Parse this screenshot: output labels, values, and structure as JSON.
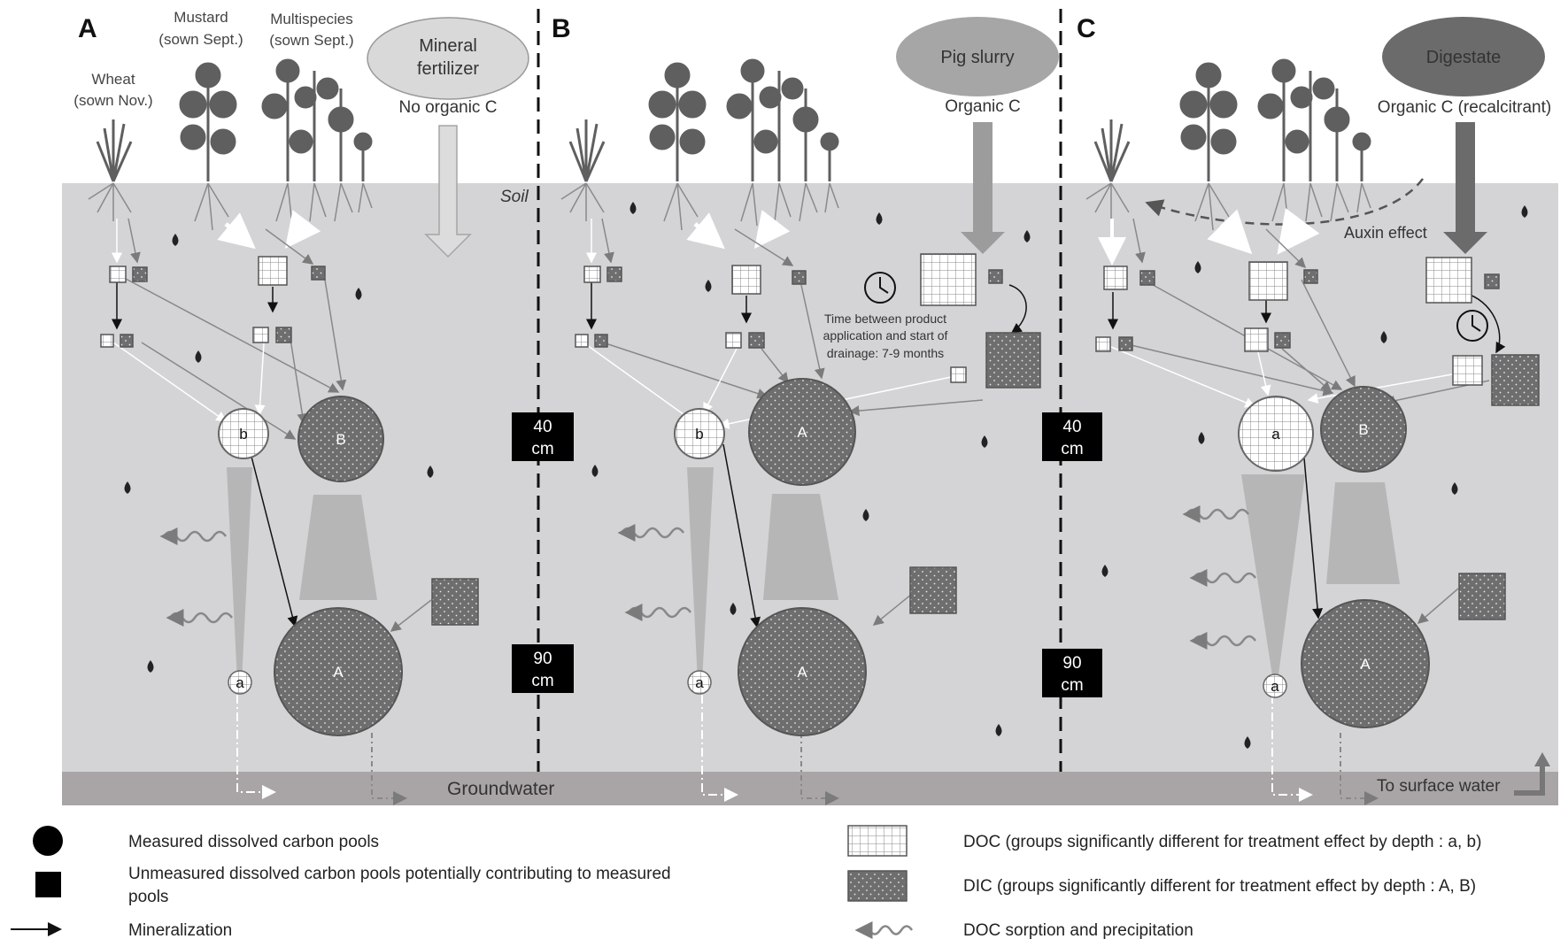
{
  "panels": [
    {
      "letter": "A",
      "plants": {
        "wheat": "Wheat",
        "wheat_sown": "(sown Nov.)",
        "mustard": "Mustard",
        "mustard_sown": "(sown Sept.)",
        "multispecies": "Multispecies",
        "multispecies_sown": "(sown Sept.)"
      },
      "treatment": [
        "Mineral",
        "fertilizer"
      ],
      "carbon": "No organic C",
      "pool_upper_doc": "b",
      "pool_upper_dic": "B",
      "pool_lower_doc": "a",
      "pool_lower_dic": "A"
    },
    {
      "letter": "B",
      "treatment": [
        "Pig slurry"
      ],
      "carbon": "Organic C",
      "timing_note": [
        "Time between product",
        "application and start of",
        "drainage: 7-9 months"
      ],
      "pool_upper_doc": "b",
      "pool_upper_dic": "A",
      "pool_lower_doc": "a",
      "pool_lower_dic": "A"
    },
    {
      "letter": "C",
      "treatment": [
        "Digestate"
      ],
      "carbon": "Organic C (recalcitrant)",
      "auxin_label": "Auxin effect",
      "pool_upper_doc": "a",
      "pool_upper_dic": "B",
      "pool_lower_doc": "a",
      "pool_lower_dic": "A"
    }
  ],
  "soil_label": "Soil",
  "depths": {
    "d40": [
      "40",
      "cm"
    ],
    "d90": [
      "90",
      "cm"
    ]
  },
  "groundwater_label": "Groundwater",
  "surface_water_label": "To surface water",
  "legend": {
    "circle": "Measured dissolved carbon pools",
    "square": [
      "Unmeasured dissolved carbon pools potentially contributing to measured",
      "pools"
    ],
    "arrow": "Mineralization",
    "doc": "DOC (groups significantly different for treatment effect by depth : a, b)",
    "dic": "DIC (groups significantly different for treatment effect by depth : A, B)",
    "sorption": "DOC sorption and precipitation"
  },
  "colors": {
    "soil": "#d4d4d6",
    "groundwater": "#a9a5a6",
    "dic_fill": "#6e6e6e",
    "mineral_fertilizer": "#d9d9d9",
    "pig_slurry": "#a6a6a6",
    "digestate": "#6b6b6b"
  }
}
